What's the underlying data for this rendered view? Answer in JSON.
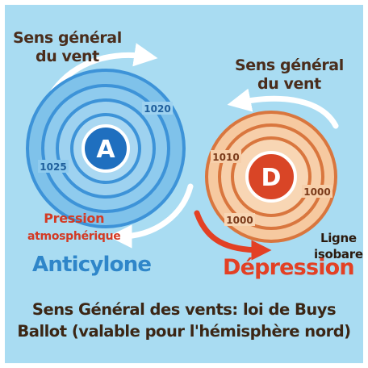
{
  "wind_label_left": [
    "Sens général",
    "du vent"
  ],
  "wind_label_right": [
    "Sens général",
    "du vent"
  ],
  "anticyclone": {
    "center_letter": "A",
    "isobar_labels": [
      "1020",
      "1025"
    ],
    "name": "Anticylone"
  },
  "depression": {
    "center_letter": "D",
    "isobar_labels": [
      "1010",
      "1000",
      "1000"
    ],
    "name": "Dépression"
  },
  "pressure_label": [
    "Pression",
    "atmosphérique"
  ],
  "isobar_line_label": [
    "Ligne",
    "isobare"
  ],
  "caption": [
    "Sens Général des vents: loi de Buys",
    "Ballot (valable pour l'hémisphère nord)"
  ],
  "colors": {
    "background": "#a9dcf2",
    "anticyclone_rings": "#3d93d8",
    "anticyclone_center": "#1f6fbf",
    "depression_rings": "#d9763e",
    "depression_fill": "#f6c9a0",
    "depression_center": "#d94526",
    "wind_arrow": "#ffffff",
    "flow_arrow": "#e34024"
  }
}
